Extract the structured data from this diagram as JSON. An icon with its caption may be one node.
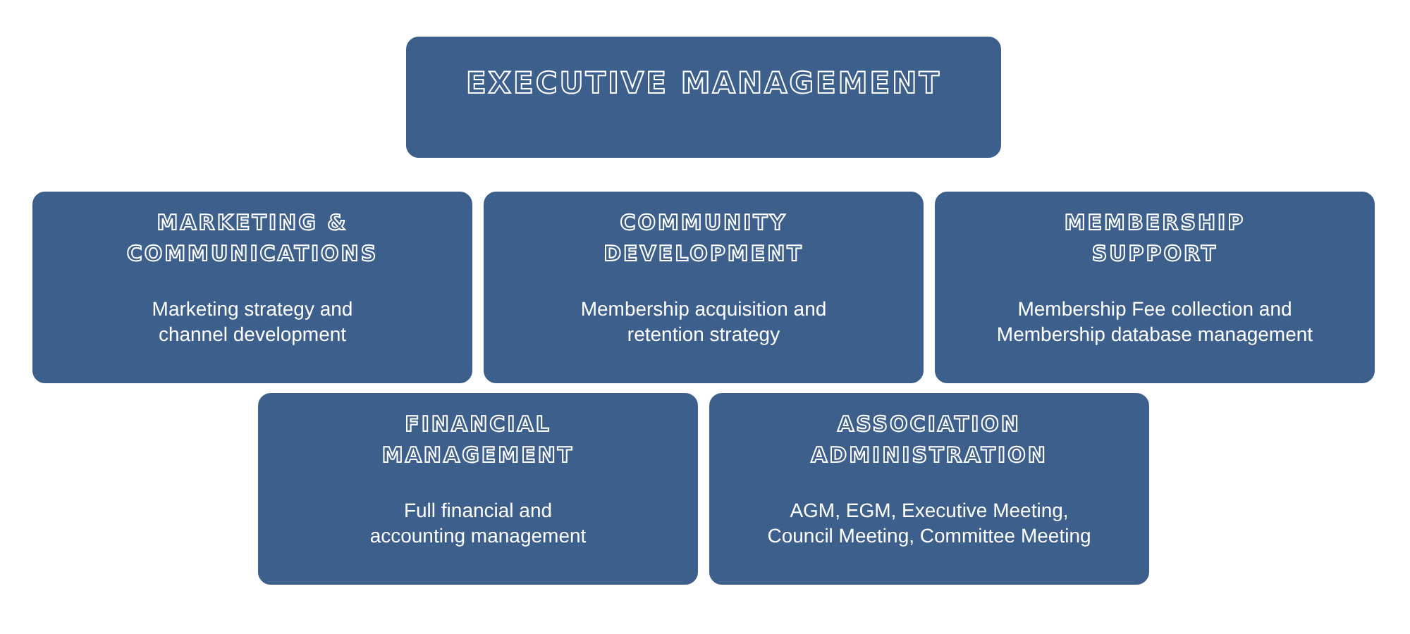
{
  "diagram": {
    "nodes": [
      {
        "text": [
          "EXECUTIVE MANAGEMENT"
        ]
      },
      {
        "text": [
          "MARKETING & COMMUNICATIONS",
          "Marketing strategy and channel development"
        ]
      },
      {
        "text": [
          "COMMUNITY DEVELOPMENT",
          "Membership acquisition and retention strategy"
        ]
      },
      {
        "text": [
          "MEMBERSHIP SUPPORT",
          "Membership Fee collection and Membership database management"
        ]
      },
      {
        "text": [
          "FINANCIAL MANAGEMENT",
          "Full financial and accounting management"
        ]
      },
      {
        "text": [
          "ASSOCIATION ADMINISTRATION",
          "AGM, EGM, Executive Meeting, Council Meeting, Committee Meeting"
        ]
      }
    ]
  }
}
